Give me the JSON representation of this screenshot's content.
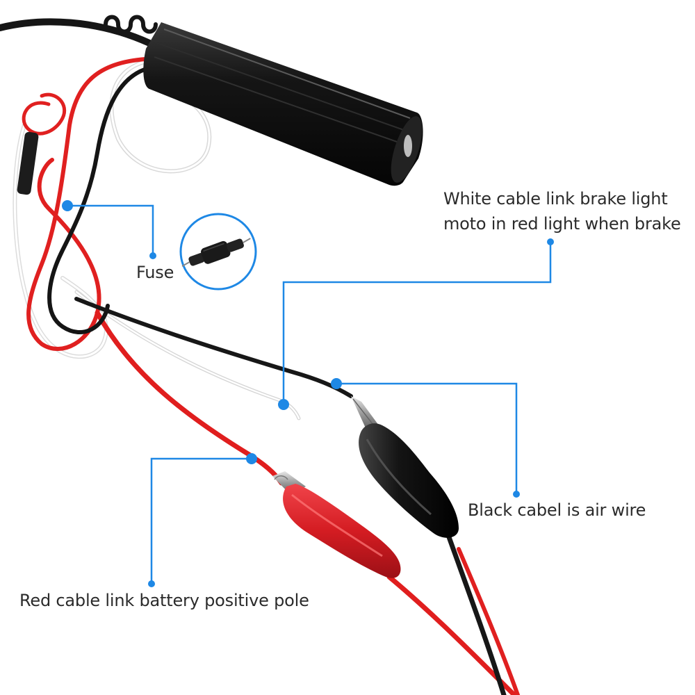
{
  "annotations": {
    "white_cable": {
      "line1": "White cable link brake light",
      "line2": "moto in red light when brake"
    },
    "fuse": "Fuse",
    "black_cable": "Black cabel is air wire",
    "red_cable": "Red cable link battery positive pole"
  },
  "colors": {
    "callout_blue": "#1e88e5",
    "red_wire": "#e02020",
    "black_wire": "#1a1a1a",
    "white_wire": "#f4f4f4",
    "clip_red": "#d81e24",
    "clip_black": "#111111",
    "module_body": "#121212"
  },
  "icons": {
    "fuse_inset": "inline-fuse-icon"
  }
}
